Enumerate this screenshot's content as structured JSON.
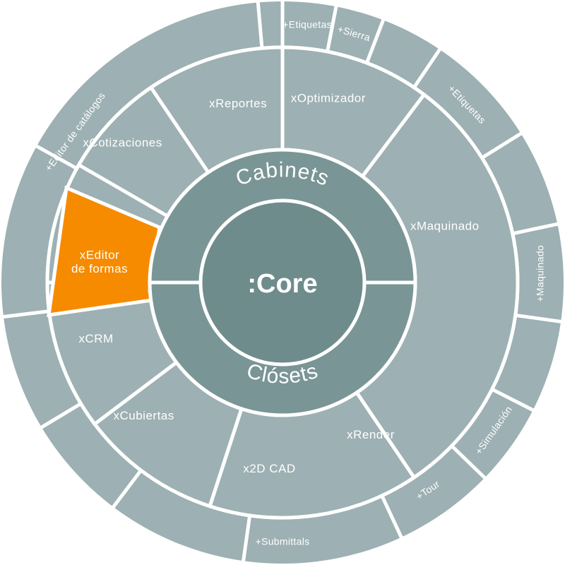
{
  "core": {
    "label": ":Core"
  },
  "ring": {
    "top_label": "Cabinets",
    "bottom_label": "Clósets"
  },
  "modules": [
    {
      "id": "reportes",
      "label": "xReportes"
    },
    {
      "id": "optimizador",
      "label": "xOptimizador"
    },
    {
      "id": "maquinado",
      "label": "xMaquinado"
    },
    {
      "id": "render",
      "label": "xRender"
    },
    {
      "id": "2d-cad",
      "label": "x2D CAD"
    },
    {
      "id": "cubiertas",
      "label": "xCubiertas"
    },
    {
      "id": "crm",
      "label": "xCRM"
    },
    {
      "id": "editor-formas",
      "label": "xEditor de formas",
      "lines": [
        "xEditor",
        "de formas"
      ],
      "highlighted": true
    },
    {
      "id": "cotizaciones",
      "label": "xCotizaciones"
    }
  ],
  "addons": [
    {
      "id": "etiquetas-top",
      "label": "+Etiquetas"
    },
    {
      "id": "sierra",
      "label": "+Sierra"
    },
    {
      "id": "etiquetas-right",
      "label": "+Etiquetas"
    },
    {
      "id": "maquinado",
      "label": "+Maquinado"
    },
    {
      "id": "simulacion",
      "label": "+Simulación"
    },
    {
      "id": "tour",
      "label": "+Tour"
    },
    {
      "id": "submittals",
      "label": "+Submittals"
    },
    {
      "id": "editor-catalogos",
      "label": "+Editor de catálogos"
    }
  ],
  "colors": {
    "segment": "#9db0b3",
    "ring": "#7a9596",
    "core": "#6f8c8d",
    "highlight": "#f68b00",
    "divider": "#ffffff"
  }
}
